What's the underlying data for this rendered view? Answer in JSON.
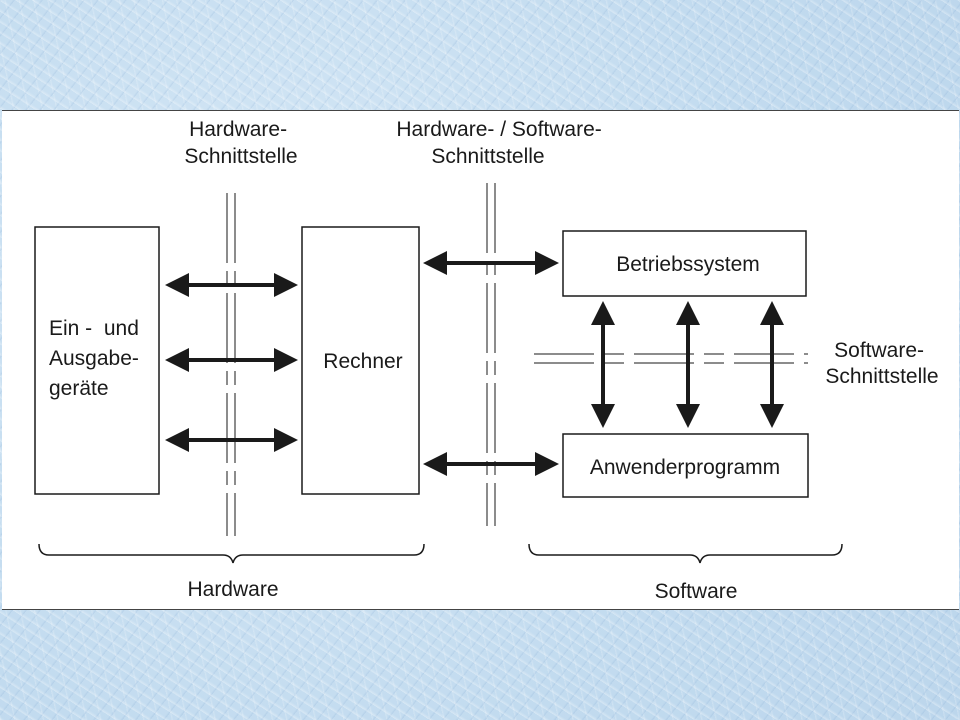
{
  "diagram": {
    "hw_interface_label": [
      "Hardware-",
      "Schnittstelle"
    ],
    "hw_sw_interface_label": [
      "Hardware- / Software-",
      "Schnittstelle"
    ],
    "sw_interface_label": [
      "Software-",
      "Schnittstelle"
    ],
    "io_box_label": [
      "Ein -  und",
      "Ausgabe-",
      "geräte"
    ],
    "computer_box_label": "Rechner",
    "os_box_label": "Betriebssystem",
    "app_box_label": "Anwenderprogramm",
    "hardware_group_label": "Hardware",
    "software_group_label": "Software"
  },
  "colors": {
    "ink": "#1a1a1a",
    "panel_background": "#ffffff",
    "page_background": "#c9e0f2"
  }
}
